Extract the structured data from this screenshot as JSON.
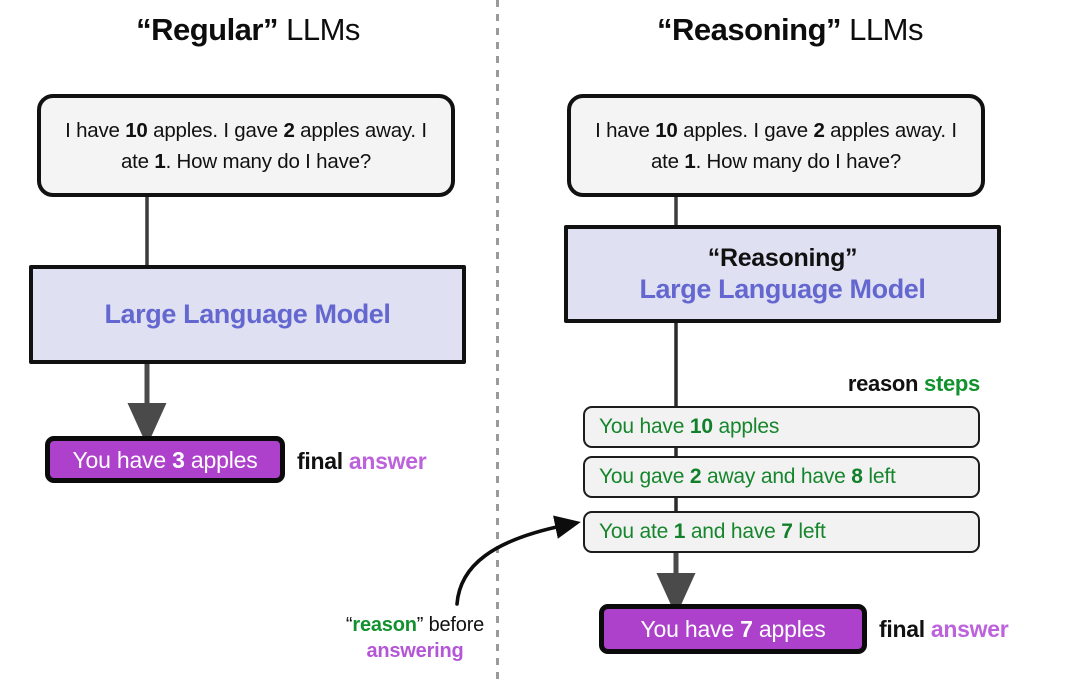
{
  "diagram": {
    "columns": [
      {
        "id": "regular",
        "title_quoted": "“Regular”",
        "title_plain": "LLMs",
        "prompt": {
          "line1_a": "I have ",
          "line1_b": "10",
          "line1_c": " apples. I gave ",
          "line1_d": "2",
          "line1_e": " apples",
          "line2_a": "away. I ate ",
          "line2_b": "1",
          "line2_c": ". How many do I have?"
        },
        "model_box": {
          "kicker": "",
          "name": "Large Language Model"
        },
        "answer": {
          "prefix": "You have ",
          "number": "3",
          "suffix": " apples"
        },
        "answer_caption": {
          "word1": "final",
          "word2": "answer"
        }
      },
      {
        "id": "reasoning",
        "title_quoted": "“Reasoning”",
        "title_plain": "LLMs",
        "prompt": {
          "line1_a": "I have ",
          "line1_b": "10",
          "line1_c": " apples. I gave ",
          "line1_d": "2",
          "line1_e": " apples",
          "line2_a": "away. I ate ",
          "line2_b": "1",
          "line2_c": ". How many do I have?"
        },
        "model_box": {
          "kicker": "“Reasoning”",
          "name": "Large Language Model"
        },
        "steps_label": {
          "word1": "reason",
          "word2": "steps"
        },
        "steps": [
          {
            "a": "You have ",
            "b": "10",
            "c": " apples",
            "d": "",
            "e": ""
          },
          {
            "a": "You gave ",
            "b": "2",
            "c": " away and have ",
            "d": "8",
            "e": " left"
          },
          {
            "a": "You ate ",
            "b": "1",
            "c": " and have ",
            "d": "7",
            "e": " left"
          }
        ],
        "answer": {
          "prefix": "You have ",
          "number": "7",
          "suffix": " apples"
        },
        "answer_caption": {
          "word1": "final",
          "word2": "answer"
        }
      }
    ],
    "annotation": {
      "quoted_word": "reason",
      "middle": "” before",
      "open_quote": "“",
      "emphasis": "answering"
    },
    "colors": {
      "model_fill": "#dfe1f2",
      "model_text": "#6367cf",
      "answer_fill": "#ad41cb",
      "answer_word": "#bd62dd",
      "step_text": "#16862d",
      "step_fill": "#f2f2f2",
      "outline": "#111111",
      "arrow": "#4a4a4a",
      "divider": "#9a9a9a"
    }
  }
}
